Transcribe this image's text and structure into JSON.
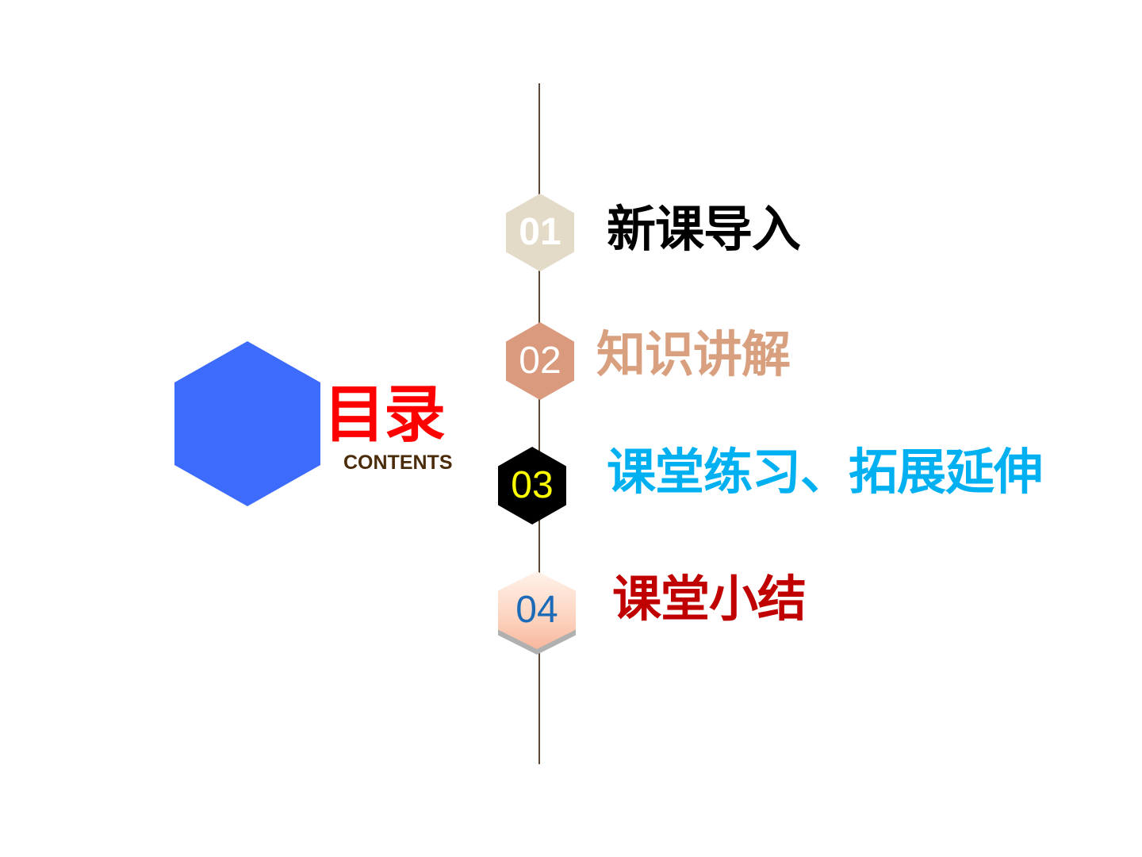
{
  "title": {
    "main": "目录",
    "sub": "CONTENTS"
  },
  "items": [
    {
      "number": "01",
      "label": "新课导入"
    },
    {
      "number": "02",
      "label": "知识讲解"
    },
    {
      "number": "03",
      "label": "课堂练习、拓展延伸"
    },
    {
      "number": "04",
      "label": "课堂小结"
    }
  ],
  "colors": {
    "big_hex": "#3d6cfd",
    "title_main": "#ff0000",
    "title_sub": "#4a2c0a",
    "hex_01": "#e3dac8",
    "hex_02": "#d99a7e",
    "hex_03": "#000000",
    "hex_04": "#fdd4c0",
    "label_01": "#000000",
    "label_02": "#d9a080",
    "label_03": "#00b0f0",
    "label_04": "#c00000",
    "timeline": "#5a4632"
  }
}
